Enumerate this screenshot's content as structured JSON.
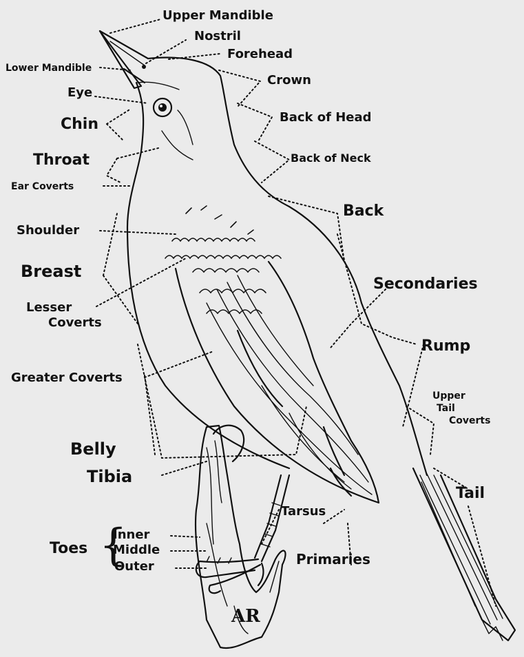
{
  "labels": {
    "upper_mandible": "Upper Mandible",
    "nostril": "Nostril",
    "forehead": "Forehead",
    "lower_mandible": "Lower Mandible",
    "crown": "Crown",
    "eye": "Eye",
    "chin": "Chin",
    "back_of_head": "Back of Head",
    "throat": "Throat",
    "back_of_neck": "Back of Neck",
    "ear_coverts": "Ear Coverts",
    "back": "Back",
    "shoulder": "Shoulder",
    "breast": "Breast",
    "secondaries": "Secondaries",
    "lesser_coverts_line1": "Lesser",
    "lesser_coverts_line2": "Coverts",
    "rump": "Rump",
    "greater_coverts": "Greater Coverts",
    "upper_tail_coverts_line1": "Upper",
    "upper_tail_coverts_line2": "Tail",
    "upper_tail_coverts_line3": "Coverts",
    "belly": "Belly",
    "tail": "Tail",
    "tibia": "Tibia",
    "tarsus": "Tarsus",
    "toes": "Toes",
    "toes_inner": "Inner",
    "toes_middle": "Middle",
    "toes_outer": "Outer",
    "primaries": "Primaries"
  },
  "artist_monogram": "AR",
  "colors": {
    "background": "#ebebeb",
    "ink": "#111111"
  }
}
